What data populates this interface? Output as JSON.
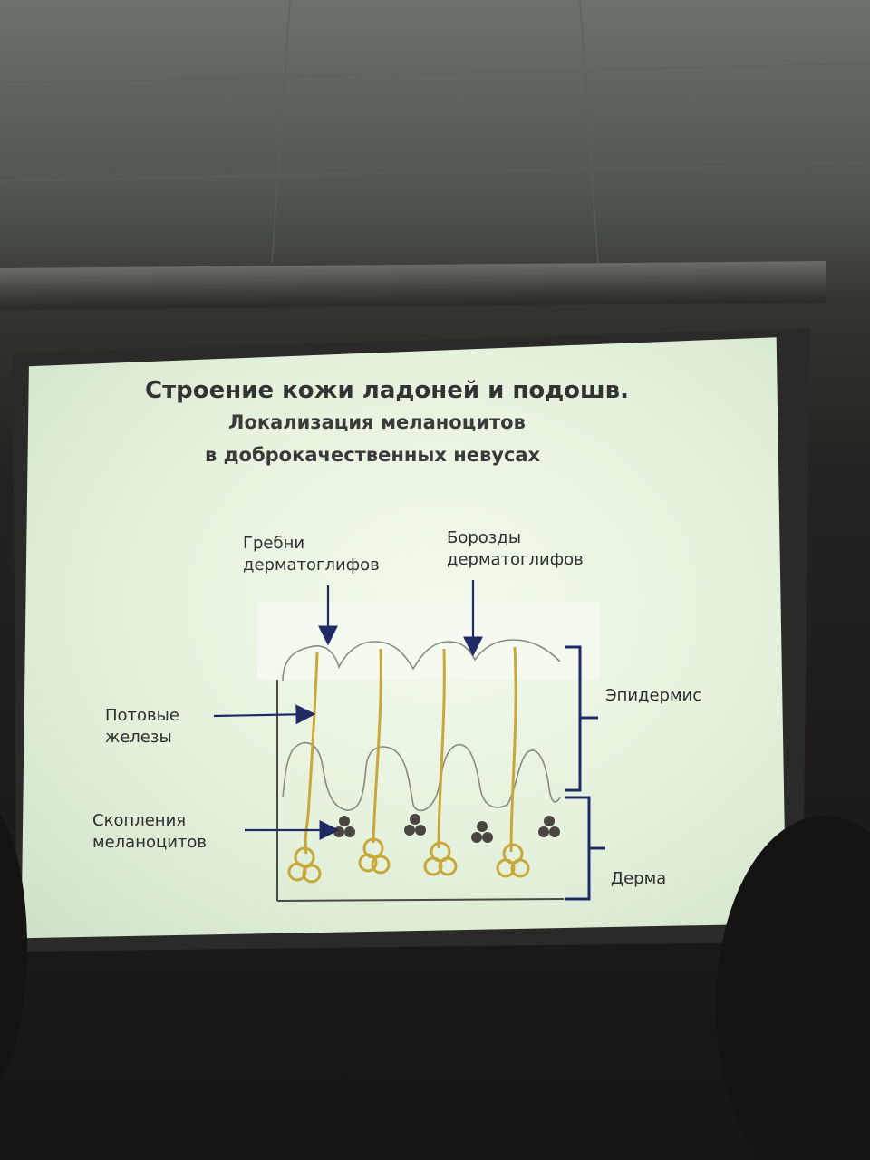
{
  "slide": {
    "title": "Строение кожи ладоней и подошв.",
    "subtitle_line1": "Локализация меланоцитов",
    "subtitle_line2": "в доброкачественных невусах"
  },
  "labels": {
    "ridges_line1": "Гребни",
    "ridges_line2": "дерматоглифов",
    "furrows_line1": "Борозды",
    "furrows_line2": "дерматоглифов",
    "epidermis": "Эпидермис",
    "dermis": "Дерма",
    "sweat_glands_line1": "Потовые",
    "sweat_glands_line2": "железы",
    "melanocyte_clusters_line1": "Скопления",
    "melanocyte_clusters_line2": "меланоцитов"
  },
  "colors": {
    "slide_background": "#e4f1dc",
    "text": "#2b2b2b",
    "skin_outline": "#8a8a82",
    "sweat_duct": "#c9a83a",
    "melanocyte": "#4a4540",
    "arrow": "#1f2a66",
    "bracket": "#1f2a66"
  }
}
